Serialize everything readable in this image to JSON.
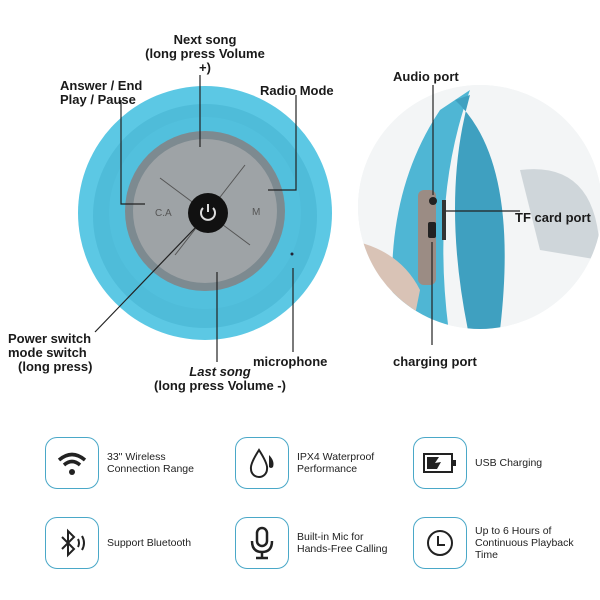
{
  "left_labels": {
    "next_song": "Next song",
    "next_song_sub": "(long press Volume +)",
    "answer": "Answer / End",
    "play": "Play / Pause",
    "radio": "Radio Mode",
    "power1": "Power switch",
    "power2": "mode switch",
    "power3": "(long press)",
    "last_song": "Last song",
    "last_song_sub": "(long press Volume -)",
    "microphone": "microphone"
  },
  "right_labels": {
    "audio_port": "Audio port",
    "tf_card": "TF card port",
    "charging": "charging port"
  },
  "features": [
    {
      "icon": "wifi-icon",
      "text": "33\" Wireless\nConnection Range"
    },
    {
      "icon": "water-drop-icon",
      "text": "IPX4 Waterproof\nPerformance"
    },
    {
      "icon": "battery-charging-icon",
      "text": "USB Charging"
    },
    {
      "icon": "bluetooth-icon",
      "text": "Support Bluetooth"
    },
    {
      "icon": "microphone-icon",
      "text": "Built-in Mic for\nHands-Free Calling"
    },
    {
      "icon": "clock-icon",
      "text": "Up to 6 Hours of\nContinuous Playback\nTime"
    }
  ],
  "colors": {
    "speaker_blue": "#5cc8e4",
    "accent": "#4aa8c8"
  }
}
